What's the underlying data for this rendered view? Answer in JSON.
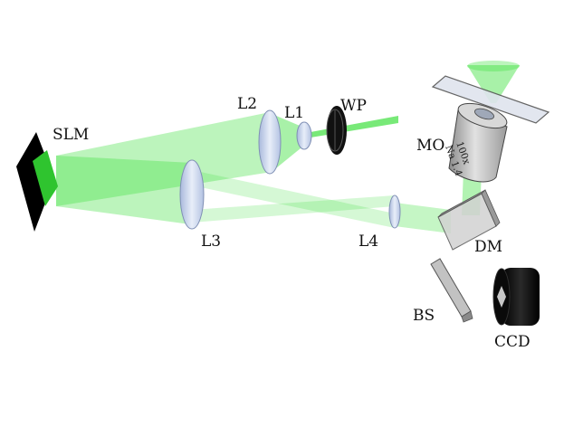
{
  "labels": {
    "slm": "SLM",
    "l1": "L1",
    "l2": "L2",
    "l3": "L3",
    "l4": "L4",
    "wp": "WP",
    "mo": "MO",
    "dm": "DM",
    "bs": "BS",
    "ccd": "CCD"
  },
  "objective_markings": {
    "magnification": "100x",
    "na": "Na 1.4"
  },
  "colors": {
    "beam": "#3ee03e",
    "beam_light": "#bff5bf",
    "lens": "#c9d6ee",
    "optic_gray": "#b5b5b5",
    "device": "#000000"
  }
}
